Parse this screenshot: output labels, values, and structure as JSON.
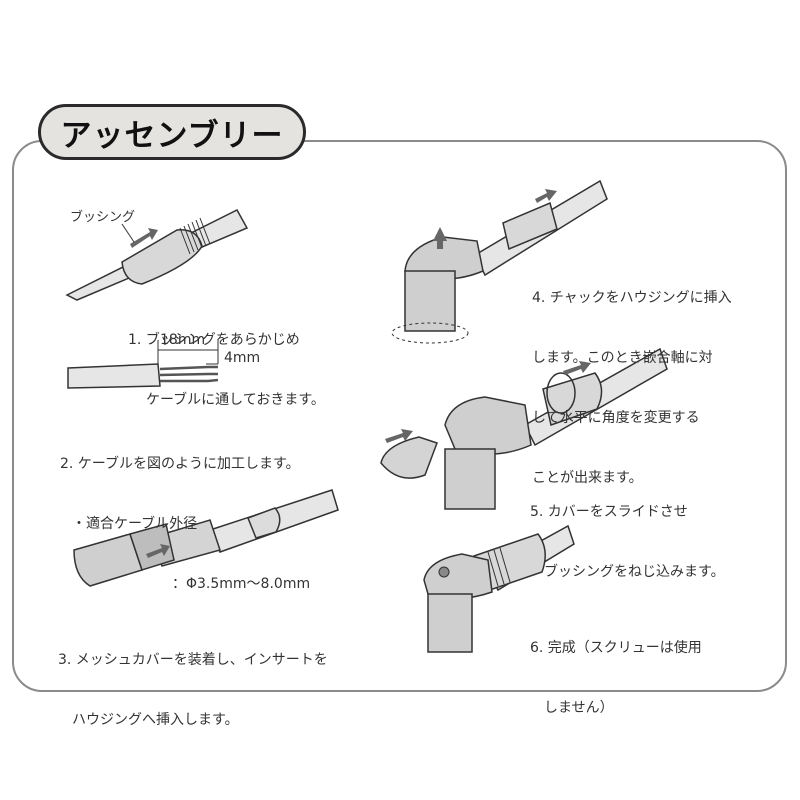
{
  "title": "アッセンブリー",
  "labels": {
    "bushing": "ブッシング",
    "dim_18": "18mm",
    "dim_4": "4mm"
  },
  "steps": {
    "s1": {
      "line1": "1. ブッシングをあらかじめ",
      "line2": "ケーブルに通しておきます。"
    },
    "s2": {
      "line1": "2. ケーブルを図のように加工します。",
      "line2": "・適合ケーブル外径",
      "line3": "：Φ3.5mm～8.0mm"
    },
    "s3": {
      "line1": "3. メッシュカバーを装着し、インサートを",
      "line2": "ハウジングへ挿入します。"
    },
    "s4": {
      "line1": "4. チャックをハウジングに挿入",
      "line2": "します。このとき嵌合軸に対",
      "line3": "して水平に角度を変更する",
      "line4": "ことが出来ます。"
    },
    "s5": {
      "line1": "5. カバーをスライドさせ",
      "line2": "ブッシングをねじ込みます。"
    },
    "s6": {
      "line1": "6. 完成（スクリューは使用",
      "line2": "しません）"
    }
  },
  "colors": {
    "border": "#8a8a8a",
    "title_bg": "#e5e3df",
    "connector": "#cfcfcf",
    "arrow": "#555555"
  }
}
